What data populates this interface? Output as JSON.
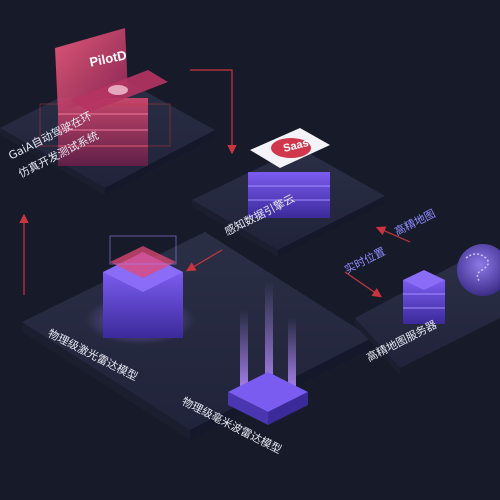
{
  "nodes": {
    "gaia_title_line1": "GaiA自动驾驶在环",
    "gaia_title_line2": "仿真开发测试系统",
    "pilotd_badge": "PilotD",
    "saas_badge": "Saas",
    "perception_cloud": "感知数据引擎云",
    "hd_map_server": "高精地图服务器",
    "lidar_model": "物理级激光雷达模型",
    "mmwave_model": "物理级毫米波雷达模型"
  },
  "flows": {
    "hd_map": "高精地图",
    "realtime_position": "实时位置"
  },
  "colors": {
    "background": "#171a28",
    "platform": "#262a3e",
    "arrow": "#c8353f",
    "accent_purple": "#8a5cf6",
    "accent_pink": "#e0406a"
  }
}
